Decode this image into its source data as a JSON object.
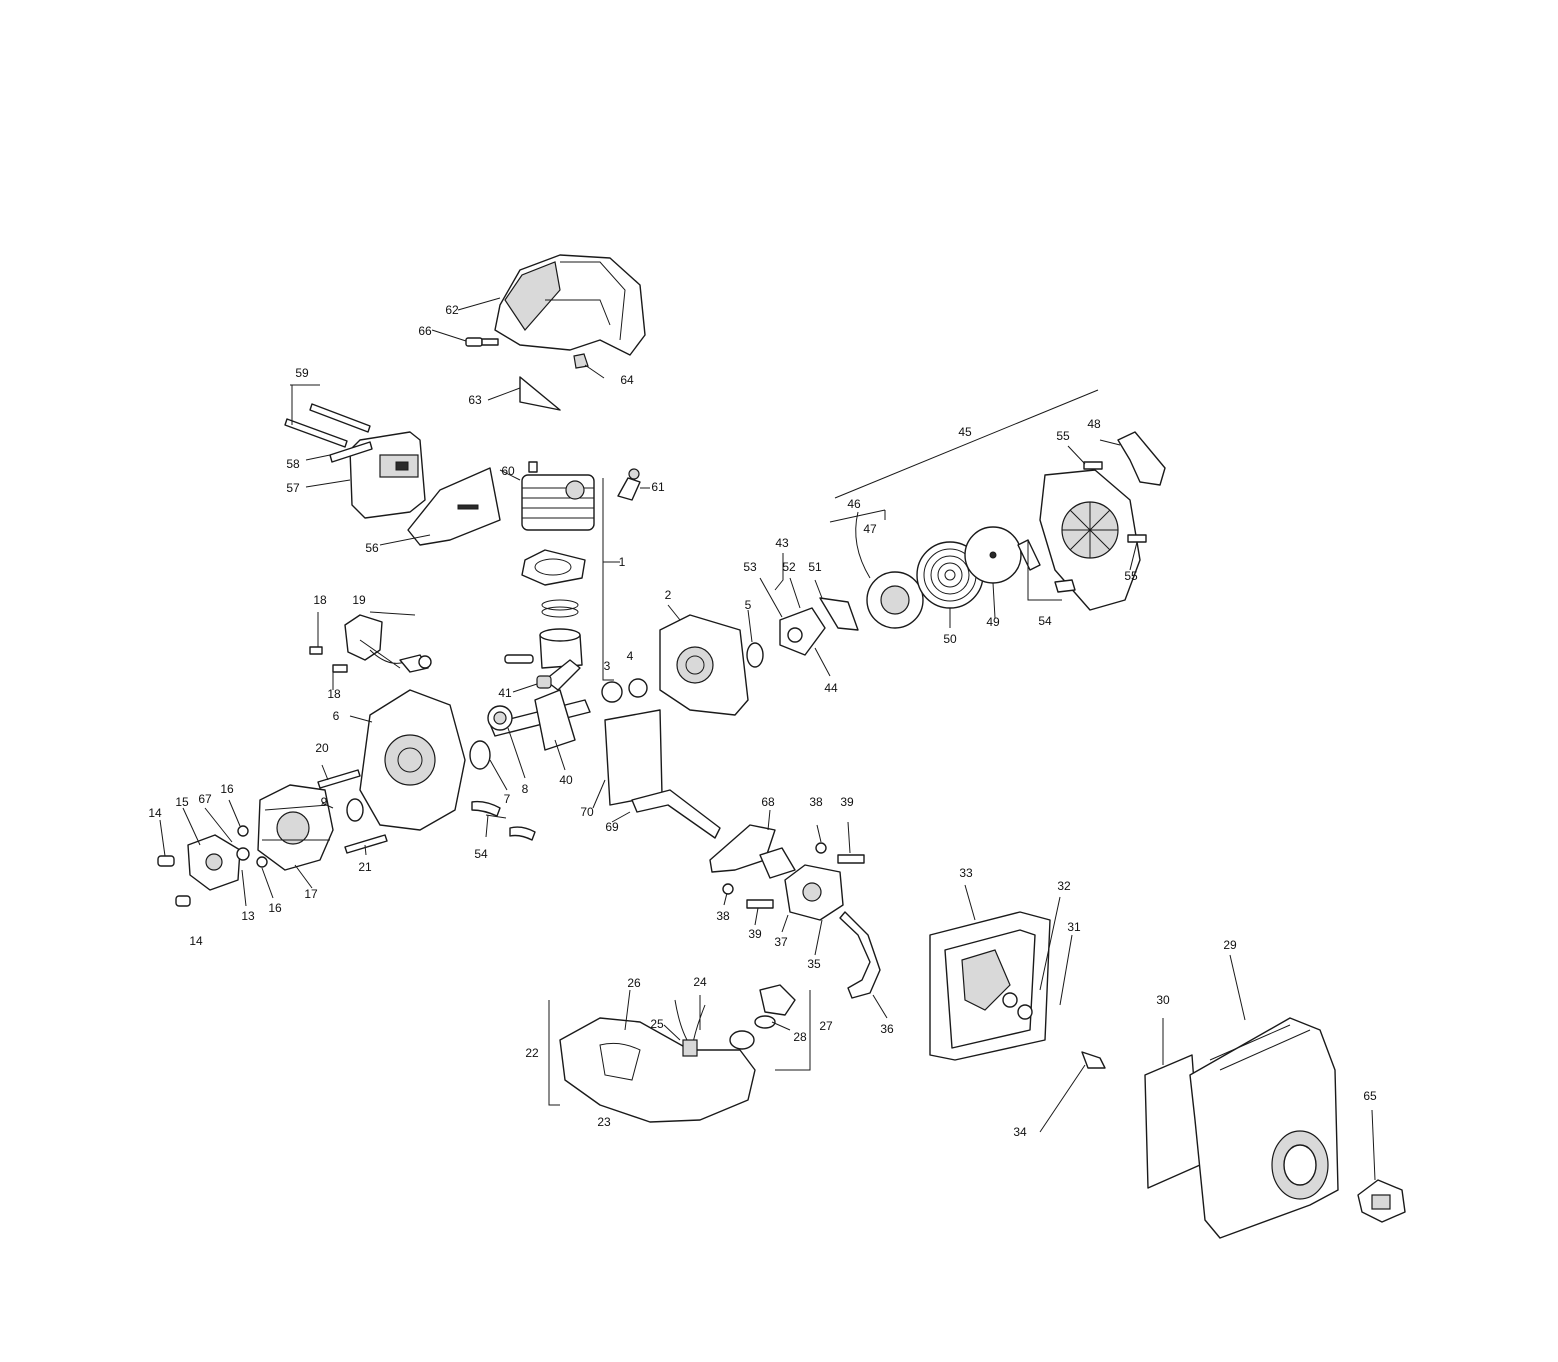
{
  "diagram": {
    "callouts": {
      "c1": "1",
      "c2": "2",
      "c3": "3",
      "c4": "4",
      "c5": "5",
      "c6": "6",
      "c7": "7",
      "c8": "8",
      "c9": "9",
      "c13": "13",
      "c14a": "14",
      "c14b": "14",
      "c15": "15",
      "c16a": "16",
      "c16b": "16",
      "c17": "17",
      "c18a": "18",
      "c18b": "18",
      "c19": "19",
      "c20": "20",
      "c21": "21",
      "c22": "22",
      "c23": "23",
      "c24": "24",
      "c25": "25",
      "c26": "26",
      "c27": "27",
      "c28": "28",
      "c29": "29",
      "c30": "30",
      "c31": "31",
      "c32": "32",
      "c33": "33",
      "c34": "34",
      "c35": "35",
      "c36": "36",
      "c37": "37",
      "c38a": "38",
      "c38b": "38",
      "c39a": "39",
      "c39b": "39",
      "c40": "40",
      "c41": "41",
      "c43": "43",
      "c44": "44",
      "c45": "45",
      "c46": "46",
      "c47": "47",
      "c48": "48",
      "c49": "49",
      "c50": "50",
      "c51": "51",
      "c52": "52",
      "c53": "53",
      "c54a": "54",
      "c54b": "54",
      "c55a": "55",
      "c55b": "55",
      "c56": "56",
      "c57": "57",
      "c58": "58",
      "c59": "59",
      "c60": "60",
      "c61": "61",
      "c62": "62",
      "c63": "63",
      "c64": "64",
      "c65": "65",
      "c66": "66",
      "c67": "67",
      "c68": "68",
      "c69": "69",
      "c70": "70"
    }
  }
}
